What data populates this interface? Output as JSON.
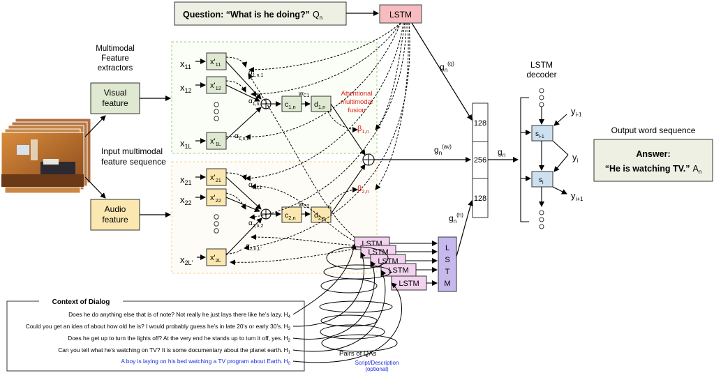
{
  "question": {
    "prefix": "Question: “What is he doing?”",
    "sym": "Q",
    "sub": "n"
  },
  "lstm_label": "LSTM",
  "extractors_label": [
    "Multimodal",
    "Feature",
    "extractors"
  ],
  "visual_feature": [
    "Visual",
    "feature"
  ],
  "audio_feature": [
    "Audio",
    "feature"
  ],
  "input_seq_label": [
    "Input multimodal",
    "feature sequence"
  ],
  "attn_fusion_label": [
    "Attentional",
    "multimodal",
    "fusion"
  ],
  "visual_inputs": [
    {
      "x": "x",
      "xs": "11",
      "p": "x'",
      "ps": "11",
      "a": "α",
      "as": "1,n,1"
    },
    {
      "x": "x",
      "xs": "12",
      "p": "x'",
      "ps": "12",
      "a": "α",
      "as": "1,n,2"
    },
    {
      "x": "x",
      "xs": "1L",
      "p": "x'",
      "ps": "1L",
      "a": "α",
      "as": "1,n,L"
    }
  ],
  "audio_inputs": [
    {
      "x": "x",
      "xs": "21",
      "p": "x'",
      "ps": "21",
      "a": "α",
      "as": "2,i,1"
    },
    {
      "x": "x",
      "xs": "22",
      "p": "x'",
      "ps": "22",
      "a": "α",
      "as": "2,n,2"
    },
    {
      "x": "x",
      "xs": "2L'",
      "p": "x'",
      "ps": "2L",
      "a": "α",
      "as": "2,n,L'"
    }
  ],
  "visual_chain": {
    "c": "c",
    "cs": "1,n",
    "d": "d",
    "ds": "1,n",
    "w": "w",
    "ws": "C1",
    "beta": "β",
    "bs": "1,n"
  },
  "audio_chain": {
    "c": "c",
    "cs": "2,n",
    "d": "d",
    "ds": "2,n",
    "w": "w",
    "ws": "C2",
    "beta": "β",
    "bs": "2,n"
  },
  "g_q": {
    "g": "g",
    "sub": "n",
    "sup": "(q)"
  },
  "g_av": {
    "g": "g",
    "sub": "n",
    "sup": "(av)"
  },
  "g_h": {
    "g": "g",
    "sub": "n",
    "sup": "(h)"
  },
  "g_n": {
    "g": "g",
    "sub": "n"
  },
  "vec_sizes": [
    "128",
    "256",
    "128"
  ],
  "decoder_label": [
    "LSTM",
    "decoder"
  ],
  "decoder": {
    "y_prev": "i-1",
    "y_cur": "i",
    "y_next": "i+1",
    "s_prev": "i-1",
    "s_cur": "i"
  },
  "output_label": "Output word sequence",
  "answer": {
    "label": "Answer:",
    "text": "“He is watching TV.”",
    "sym": "A",
    "sub": "n"
  },
  "dialog_lstm_letters": [
    "L",
    "S",
    "T",
    "M"
  ],
  "pairs_label": "Pairs of QAs",
  "dialog": {
    "title": "Context of Dialog",
    "lines": [
      {
        "text": "Does he do anything else that is of note? Not really he just lays there like he’s lazy.",
        "tag": "H",
        "tsub": "4"
      },
      {
        "text": "Could you get an idea of about how old he is? I would probably guess he’s in late 20’s or early 30’s.",
        "tag": "H",
        "tsub": "3"
      },
      {
        "text": "Does he get up to turn the lights off? At the very end he stands up to turn it off, yes.",
        "tag": "H",
        "tsub": "2"
      },
      {
        "text": "Can you tell what he’s watching on TV? It is some documentary about the planet earth.",
        "tag": "H",
        "tsub": "1"
      },
      {
        "text": "A boy is laying on his bed watching a TV program about Earth.",
        "tag": "H",
        "tsub": "0"
      }
    ],
    "script_label": [
      "Script/Description",
      "(optional)"
    ]
  }
}
